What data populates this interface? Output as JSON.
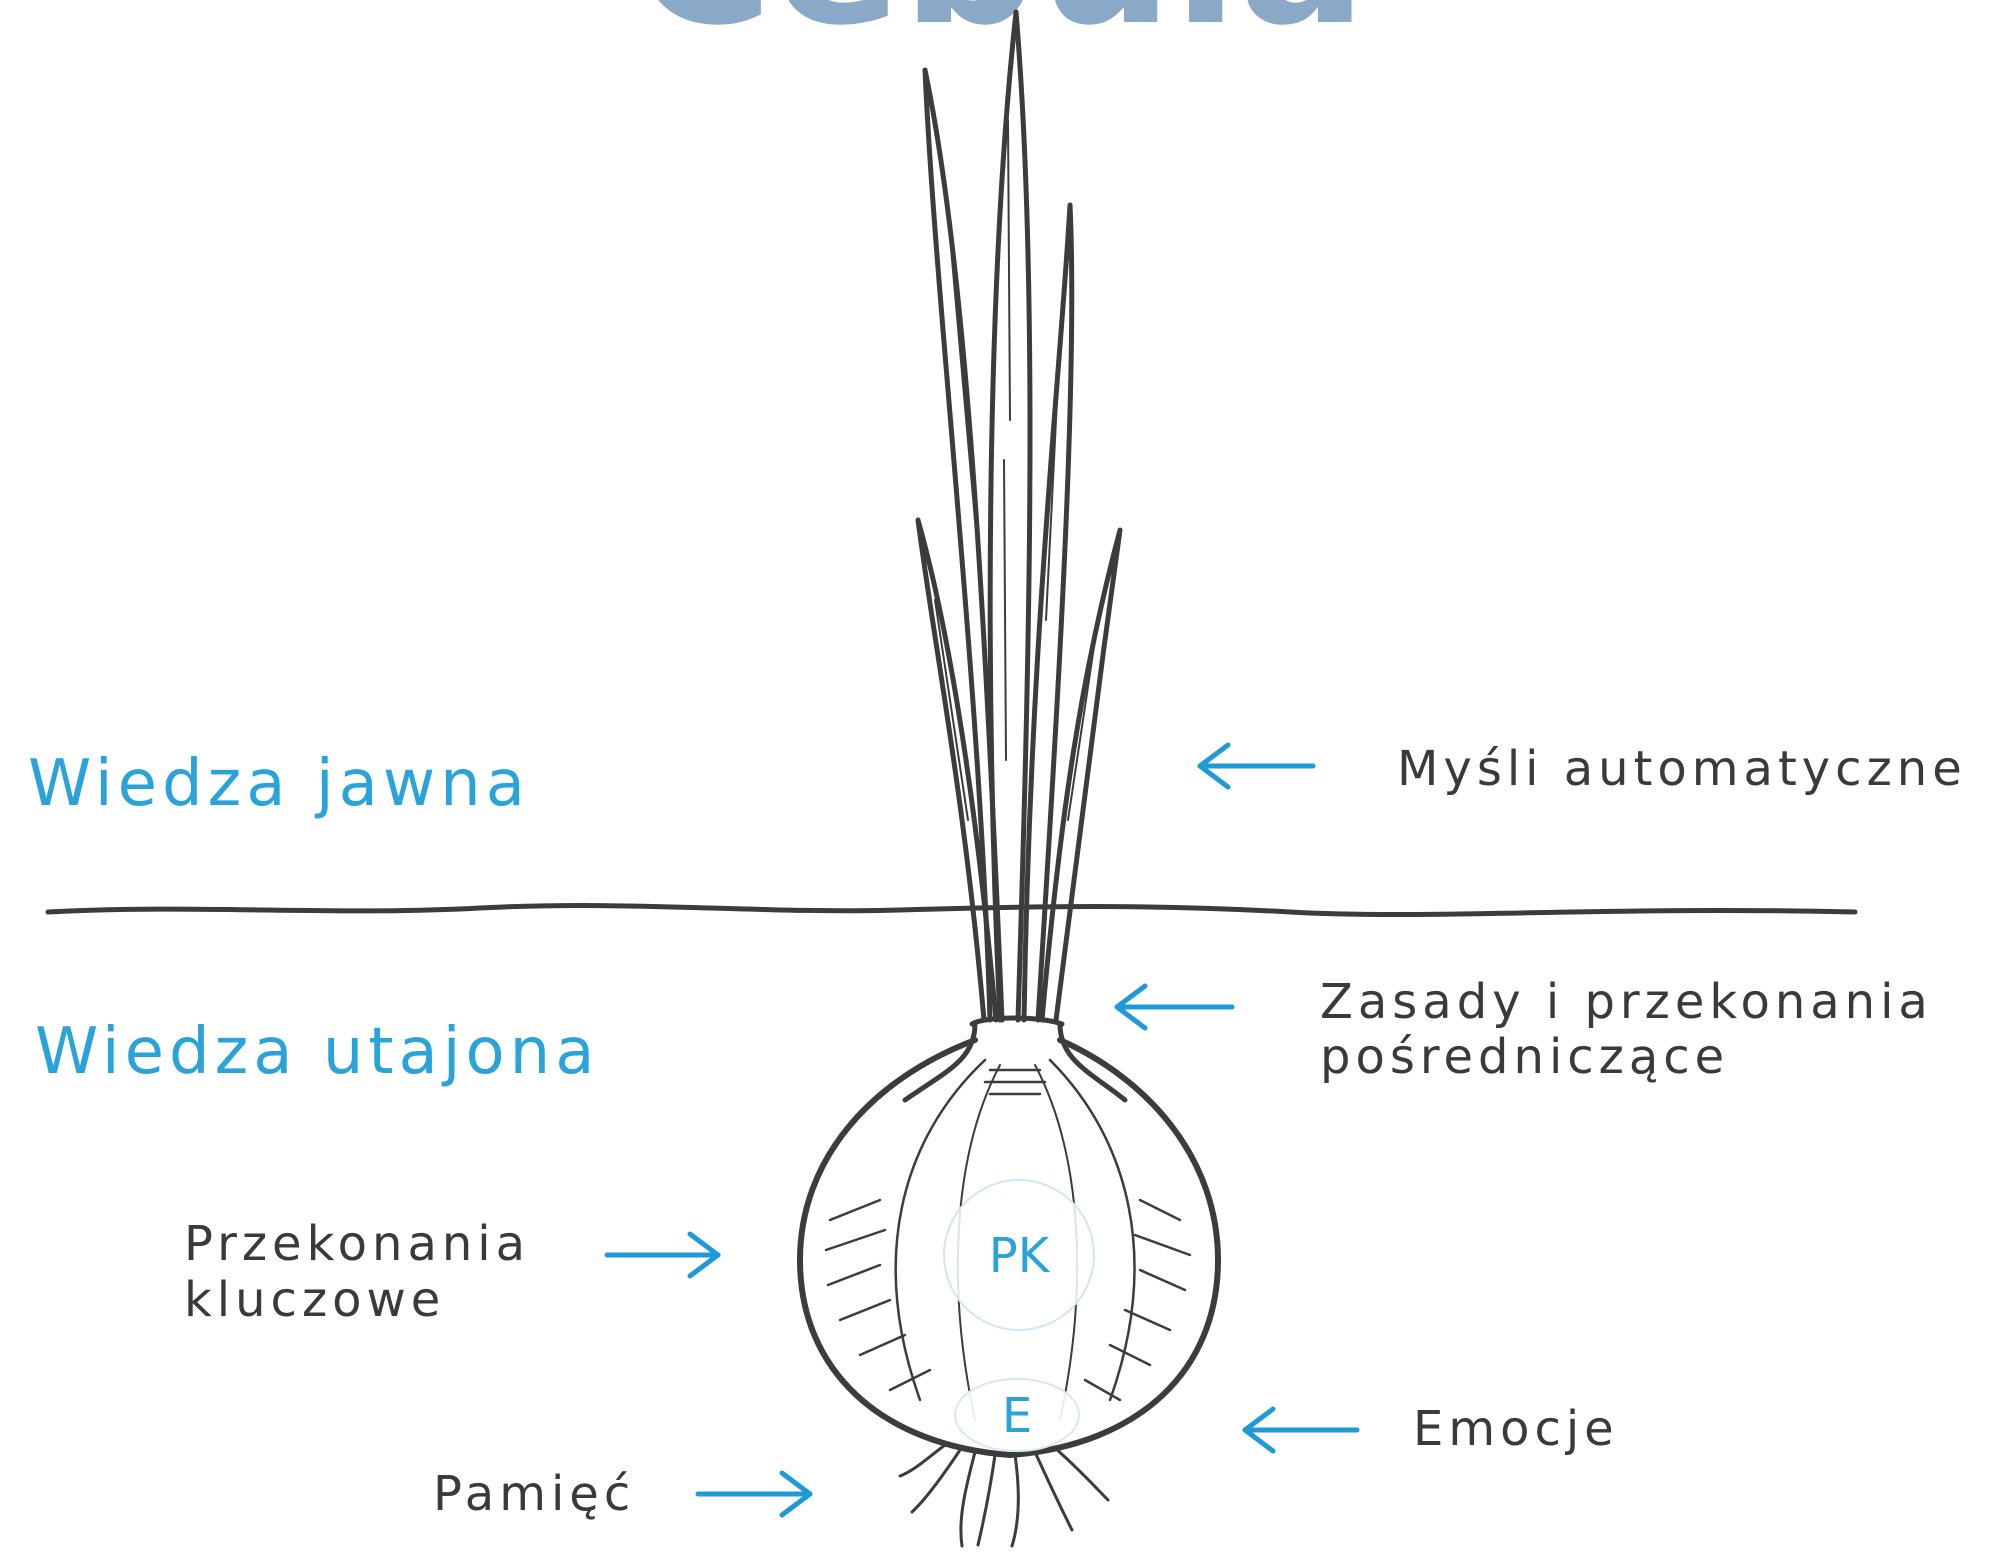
{
  "title": "Cebula",
  "zones": {
    "explicit": "Wiedza jawna",
    "implicit": "Wiedza utajona"
  },
  "labels": {
    "automatic_thoughts": "Myśli automatyczne",
    "rules_line1": "Zasady i przekonania",
    "rules_line2": "pośredniczące",
    "core_beliefs_line1": "Przekonania",
    "core_beliefs_line2": "kluczowe",
    "emotions": "Emocje",
    "memory": "Pamięć"
  },
  "inner": {
    "core": "PK",
    "emotion": "E"
  },
  "colors": {
    "accent": "#29a3d9",
    "title": "#8aa9c9",
    "ink": "#3c3c3c"
  }
}
